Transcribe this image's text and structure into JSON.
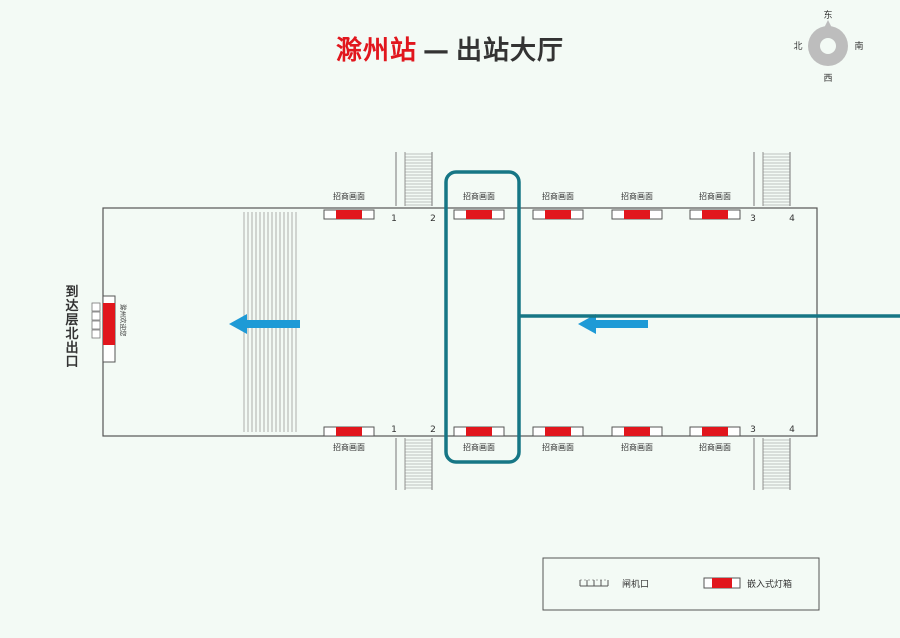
{
  "title": {
    "station": "滁州站",
    "separator": "—",
    "hall": "出站大厅"
  },
  "compass": {
    "top": "东",
    "bottom": "西",
    "left": "北",
    "right": "南"
  },
  "ad_label": "招商画面",
  "gate_numbers": [
    "1",
    "2",
    "3",
    "4"
  ],
  "exit_label": [
    "到",
    "达",
    "层",
    "北",
    "出",
    "口"
  ],
  "exit_sign_label": "滁州欢迎您",
  "legend": {
    "gate": "闸机口",
    "lightbox": "嵌入式灯箱"
  },
  "colors": {
    "accent_red": "#e1161d",
    "arrow_blue": "#1e9ad6",
    "highlight_teal": "#167685",
    "line": "#555555"
  }
}
